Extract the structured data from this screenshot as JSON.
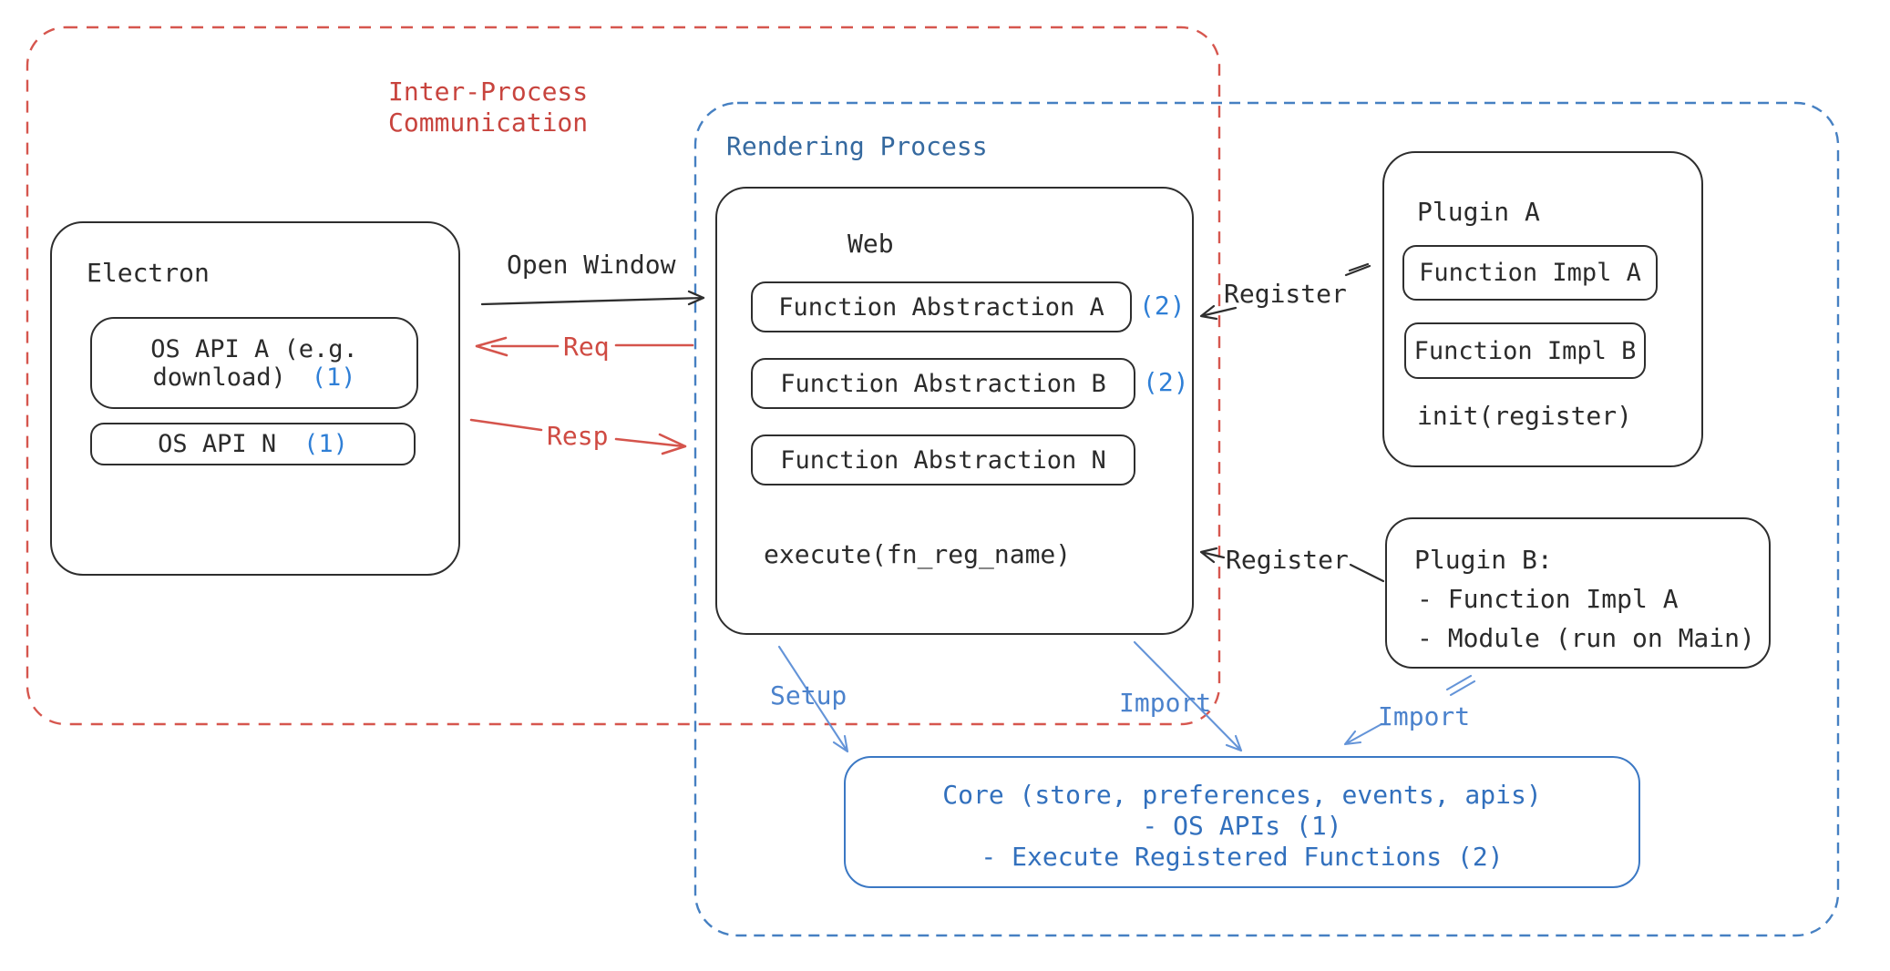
{
  "colors": {
    "ink": "#2e2e2e",
    "red_accent": "#c8443e",
    "red_arrow": "#d5544c",
    "red_dashed_border": "#d6564e",
    "blue_dashed_border": "#4680c2",
    "blue_label": "#35699f",
    "blue_marker": "#2f7fd6",
    "blue_core": "#3270bd",
    "blue_arrow": "#6494d8"
  },
  "ipc_region": {
    "label_line1": "Inter-Process",
    "label_line2": "Communication"
  },
  "rendering_region": {
    "label": "Rendering Process"
  },
  "electron": {
    "title": "Electron",
    "os_api_a_line1": "OS API A (e.g.",
    "os_api_a_line2": "download)",
    "os_api_a_marker": "(1)",
    "os_api_n_label": "OS API N",
    "os_api_n_marker": "(1)"
  },
  "connections": {
    "open_window": "Open Window",
    "req": "Req",
    "resp": "Resp",
    "register_plugin_a": "Register",
    "register_plugin_b": "Register",
    "setup": "Setup",
    "import_web": "Import",
    "import_plugin_b": "Import"
  },
  "web": {
    "title": "Web",
    "abstractions": [
      {
        "label": "Function Abstraction A",
        "marker": "(2)"
      },
      {
        "label": "Function Abstraction B",
        "marker": "(2)"
      },
      {
        "label": "Function Abstraction N",
        "marker": ""
      }
    ],
    "execute_label": "execute(fn_reg_name)"
  },
  "plugin_a": {
    "title": "Plugin A",
    "impl_a": "Function Impl A",
    "impl_b": "Function Impl B",
    "init_label": "init(register)"
  },
  "plugin_b": {
    "title": "Plugin B:",
    "item_1": "- Function Impl A",
    "item_2": "- Module (run on Main)"
  },
  "core": {
    "line1": "Core (store, preferences, events, apis)",
    "line2": "- OS APIs (1)",
    "line3": "- Execute Registered Functions (2)"
  }
}
